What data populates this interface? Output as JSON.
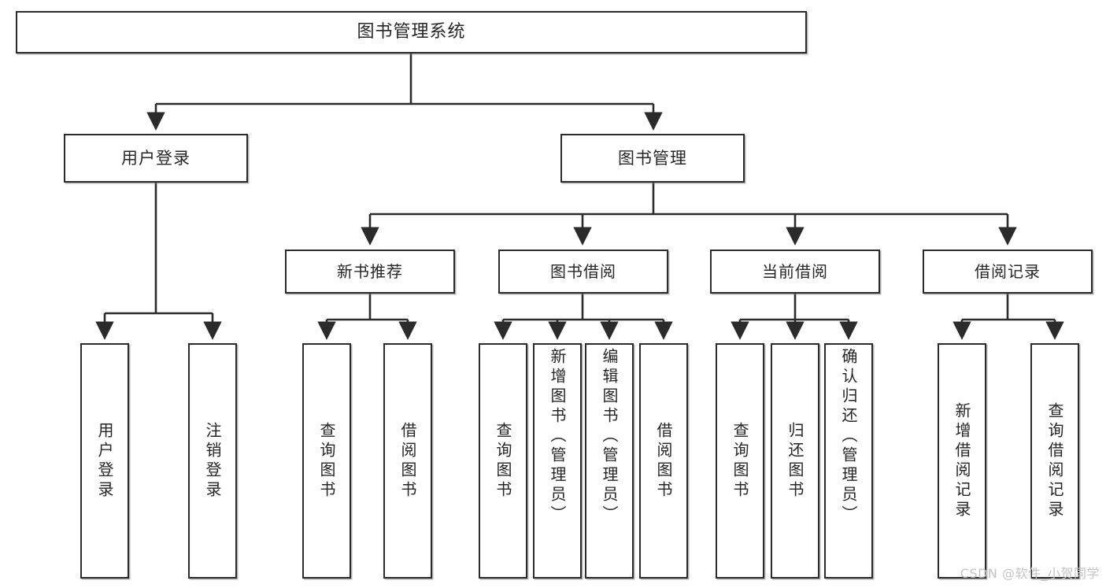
{
  "diagram": {
    "type": "tree",
    "title": "图书管理系统",
    "style": {
      "background": "#ffffff",
      "border_color": "#2b2b2b",
      "text_color": "#262626",
      "watermark_color": "#c3c3c3"
    },
    "root": {
      "label": "图书管理系统"
    },
    "level2": [
      {
        "label": "用户登录"
      },
      {
        "label": "图书管理"
      }
    ],
    "level3": [
      {
        "label": "新书推荐"
      },
      {
        "label": "图书借阅"
      },
      {
        "label": "当前借阅"
      },
      {
        "label": "借阅记录"
      }
    ],
    "leaves": {
      "user_login": [
        {
          "label": "用户登录"
        },
        {
          "label": "注销登录"
        }
      ],
      "new_book_recommend": [
        {
          "label": "查询图书"
        },
        {
          "label": "借阅图书"
        }
      ],
      "book_borrow": [
        {
          "label": "查询图书"
        },
        {
          "label": "新增图书（管理员）"
        },
        {
          "label": "编辑图书（管理员）"
        },
        {
          "label": "借阅图书"
        }
      ],
      "current_borrow": [
        {
          "label": "查询图书"
        },
        {
          "label": "归还图书"
        },
        {
          "label": "确认归还（管理员）"
        }
      ],
      "borrow_record": [
        {
          "label": "新增借阅记录"
        },
        {
          "label": "查询借阅记录"
        }
      ]
    }
  },
  "watermark": {
    "text": "CSDN @软件_小贺同学"
  }
}
